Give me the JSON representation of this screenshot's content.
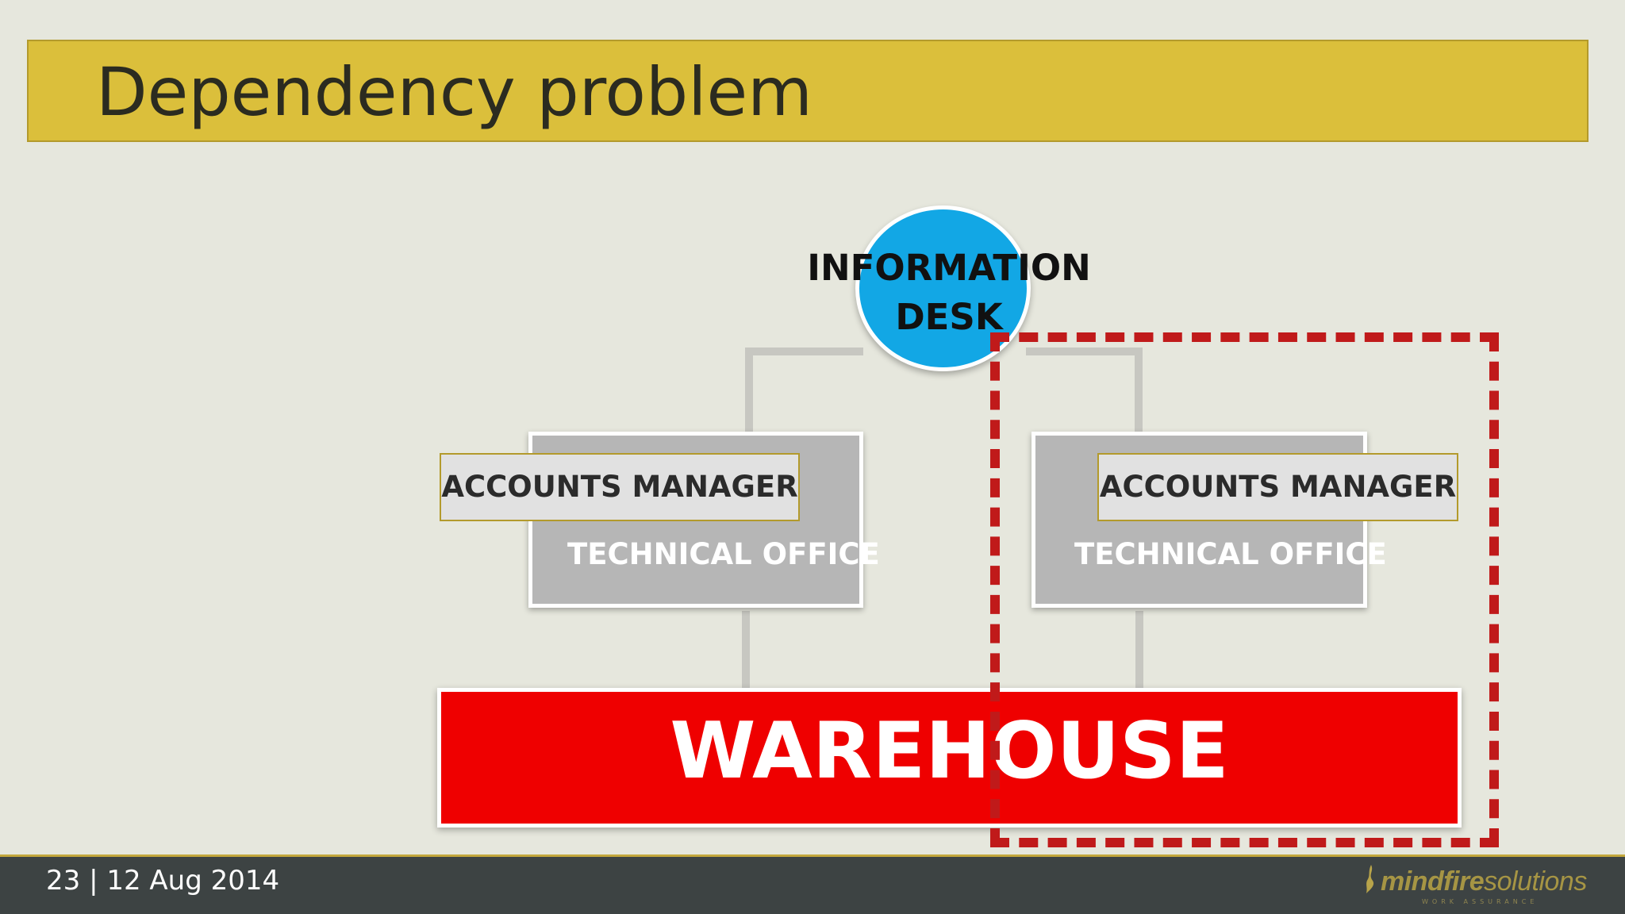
{
  "slide": {
    "title": "Dependency problem"
  },
  "diagram": {
    "root": {
      "label_line1": "INFORMATION",
      "label_line2": "DESK",
      "color": "#12a7e5"
    },
    "branches": [
      {
        "manager_label": "ACCOUNTS MANAGER",
        "office_label": "TECHNICAL OFFICE"
      },
      {
        "manager_label": "ACCOUNTS MANAGER",
        "office_label": "TECHNICAL OFFICE"
      }
    ],
    "base": {
      "label": "WAREHOUSE",
      "color": "#ef0000"
    },
    "highlight_color": "#c01a1a"
  },
  "footer": {
    "slide_info": "23 | 12 Aug 2014",
    "brand_part1": "mindfire",
    "brand_part2": "solutions",
    "brand_tagline": "WORK ASSURANCE"
  },
  "colors": {
    "background": "#e6e7dd",
    "title_bar": "#dbbf3b",
    "footer_bar": "#3d4343"
  }
}
